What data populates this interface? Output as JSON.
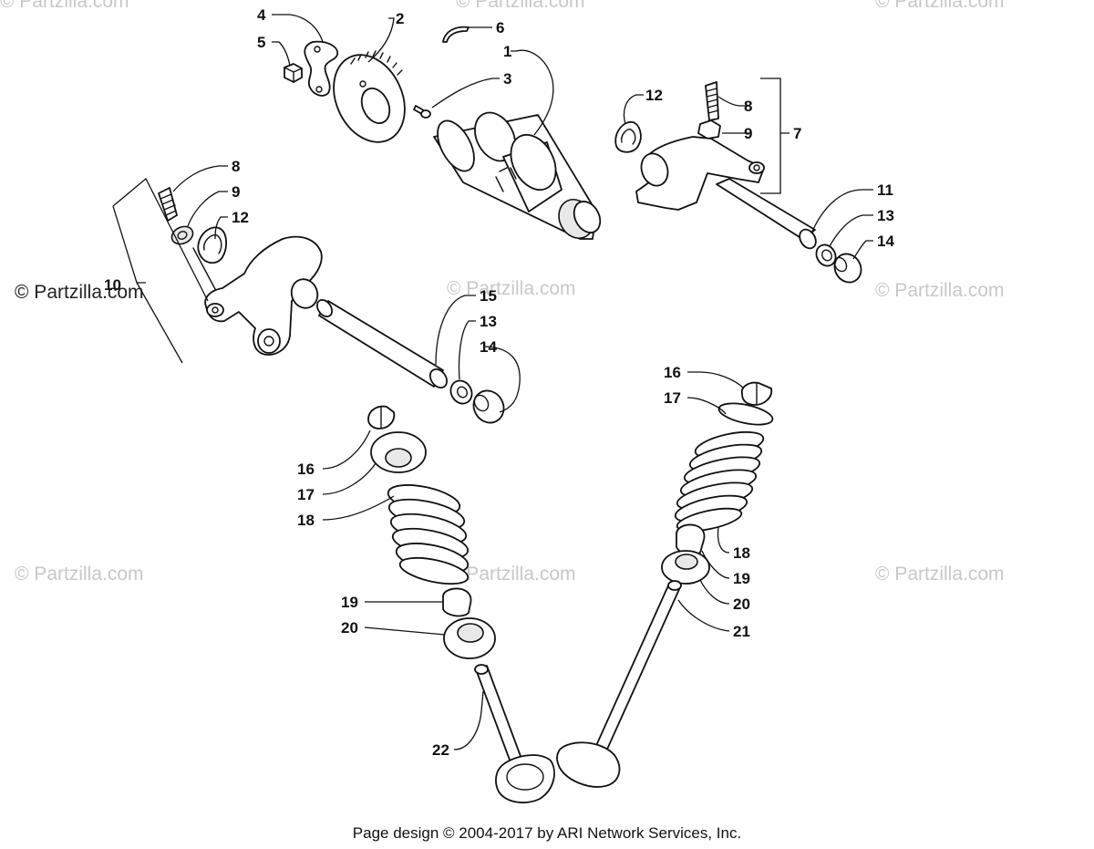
{
  "watermark": "© Partzilla.com",
  "footer": "Page design © 2004-2017 by ARI Network Services, Inc.",
  "callouts": {
    "c1": "1",
    "c2": "2",
    "c3": "3",
    "c4": "4",
    "c5": "5",
    "c6": "6",
    "c7": "7",
    "c8a": "8",
    "c9a": "9",
    "c12a": "12",
    "c11": "11",
    "c13a": "13",
    "c14a": "14",
    "c8b": "8",
    "c9b": "9",
    "c12b": "12",
    "c10": "10",
    "c15": "15",
    "c13b": "13",
    "c14b": "14",
    "c16a": "16",
    "c17a": "17",
    "c18a": "18",
    "c19a": "19",
    "c20a": "20",
    "c22": "22",
    "c16b": "16",
    "c17b": "17",
    "c18b": "18",
    "c19b": "19",
    "c20b": "20",
    "c21": "21"
  }
}
